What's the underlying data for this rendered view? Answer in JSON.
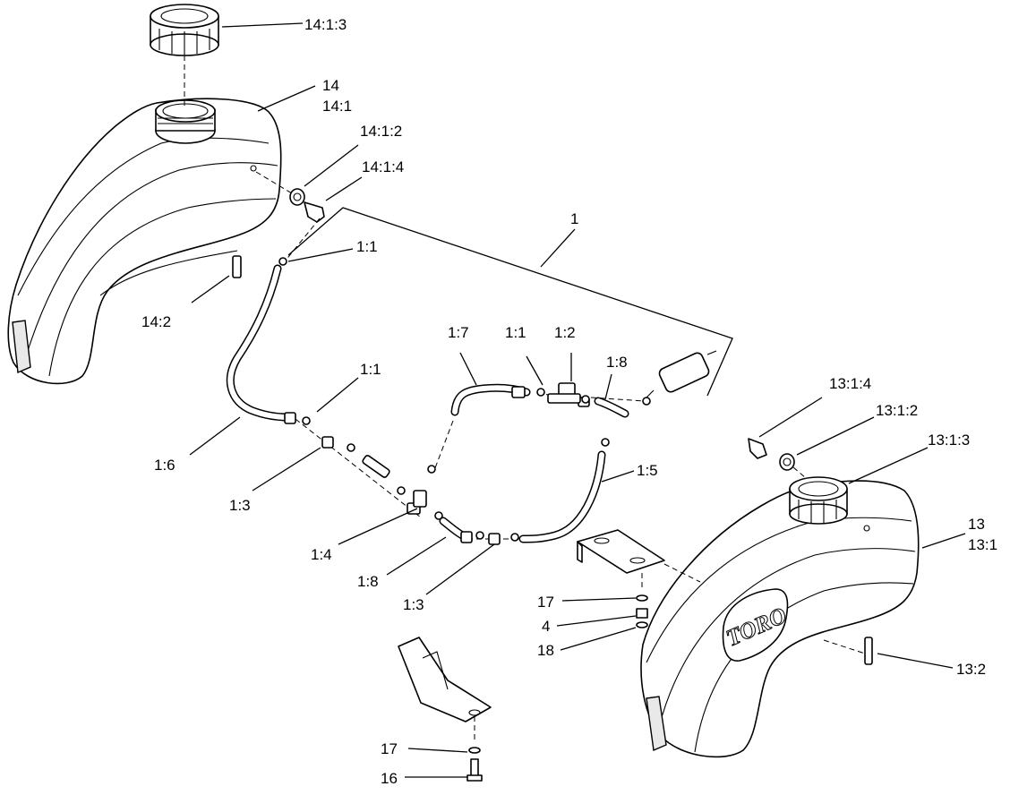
{
  "diagram": {
    "brand_logo": "TORO",
    "callouts": [
      {
        "id": "c1",
        "text": "14:1:3"
      },
      {
        "id": "c2",
        "text": "14"
      },
      {
        "id": "c3",
        "text": "14:1"
      },
      {
        "id": "c4",
        "text": "14:1:2"
      },
      {
        "id": "c5",
        "text": "14:1:4"
      },
      {
        "id": "c6",
        "text": "1"
      },
      {
        "id": "c7",
        "text": "1:1"
      },
      {
        "id": "c8",
        "text": "14:2"
      },
      {
        "id": "c9",
        "text": "1:7"
      },
      {
        "id": "c10",
        "text": "1:1"
      },
      {
        "id": "c11",
        "text": "1:2"
      },
      {
        "id": "c12",
        "text": "1:8"
      },
      {
        "id": "c13",
        "text": "1:1"
      },
      {
        "id": "c14",
        "text": "13:1:4"
      },
      {
        "id": "c15",
        "text": "13:1:2"
      },
      {
        "id": "c16",
        "text": "13:1:3"
      },
      {
        "id": "c17",
        "text": "1:6"
      },
      {
        "id": "c18",
        "text": "1:5"
      },
      {
        "id": "c19",
        "text": "1:3"
      },
      {
        "id": "c20",
        "text": "13"
      },
      {
        "id": "c21",
        "text": "13:1"
      },
      {
        "id": "c22",
        "text": "1:4"
      },
      {
        "id": "c23",
        "text": "1:8"
      },
      {
        "id": "c24",
        "text": "17"
      },
      {
        "id": "c25",
        "text": "4"
      },
      {
        "id": "c26",
        "text": "18"
      },
      {
        "id": "c27",
        "text": "1:3"
      },
      {
        "id": "c28",
        "text": "13:2"
      },
      {
        "id": "c29",
        "text": "17"
      },
      {
        "id": "c30",
        "text": "16"
      }
    ]
  }
}
